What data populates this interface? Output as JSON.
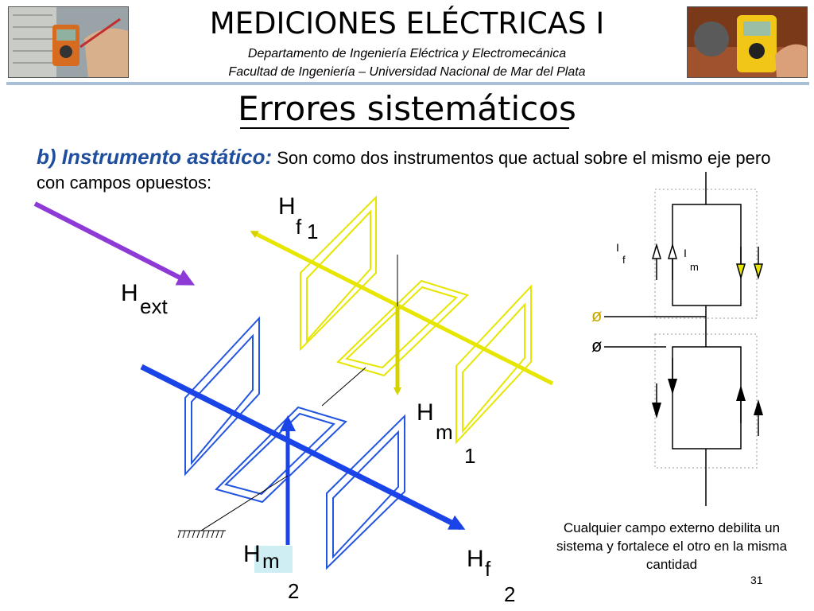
{
  "header": {
    "title": "MEDICIONES ELÉCTRICAS I",
    "subtitle_1": "Departamento de Ingeniería Eléctrica y Electromecánica",
    "subtitle_2": "Facultad de Ingeniería – Universidad Nacional de Mar del Plata"
  },
  "slide": {
    "title": "Errores sistemáticos",
    "lead": "b) Instrumento astático:",
    "text": " Son como dos instrumentos que actual sobre el mismo eje pero con campos opuestos:",
    "caption": "Cualquier campo externo debilita un sistema y fortalece el otro en la misma cantidad",
    "page_number": "31"
  },
  "labels": {
    "hf1_H": "H",
    "hf1_sub": "f",
    "hf1_num": "1",
    "hext_H": "H",
    "hext_sub": "ext",
    "hm1_H": "H",
    "hm1_sub": "m",
    "hm1_num": "1",
    "hm2_H": "H",
    "hm2_sub": "m",
    "hm2_num": "2",
    "hf2_H": "H",
    "hf2_sub": "f",
    "hf2_num": "2",
    "if_I": "I",
    "if_sub": "f",
    "im_I": "I",
    "im_sub": "m",
    "phi_1": "ø",
    "phi_2": "ø"
  },
  "colors": {
    "yellow_coil": "#e6e600",
    "yellow_arrow": "#d6d200",
    "blue_coil": "#2255e0",
    "blue_arrow": "#1a44e8",
    "purple_arrow": "#8e3ad6",
    "accent_text": "#1f4e9e"
  },
  "icons": {
    "left_photo": "multimeter-measurement-photo",
    "right_photo": "yellow-multimeter-photo"
  }
}
